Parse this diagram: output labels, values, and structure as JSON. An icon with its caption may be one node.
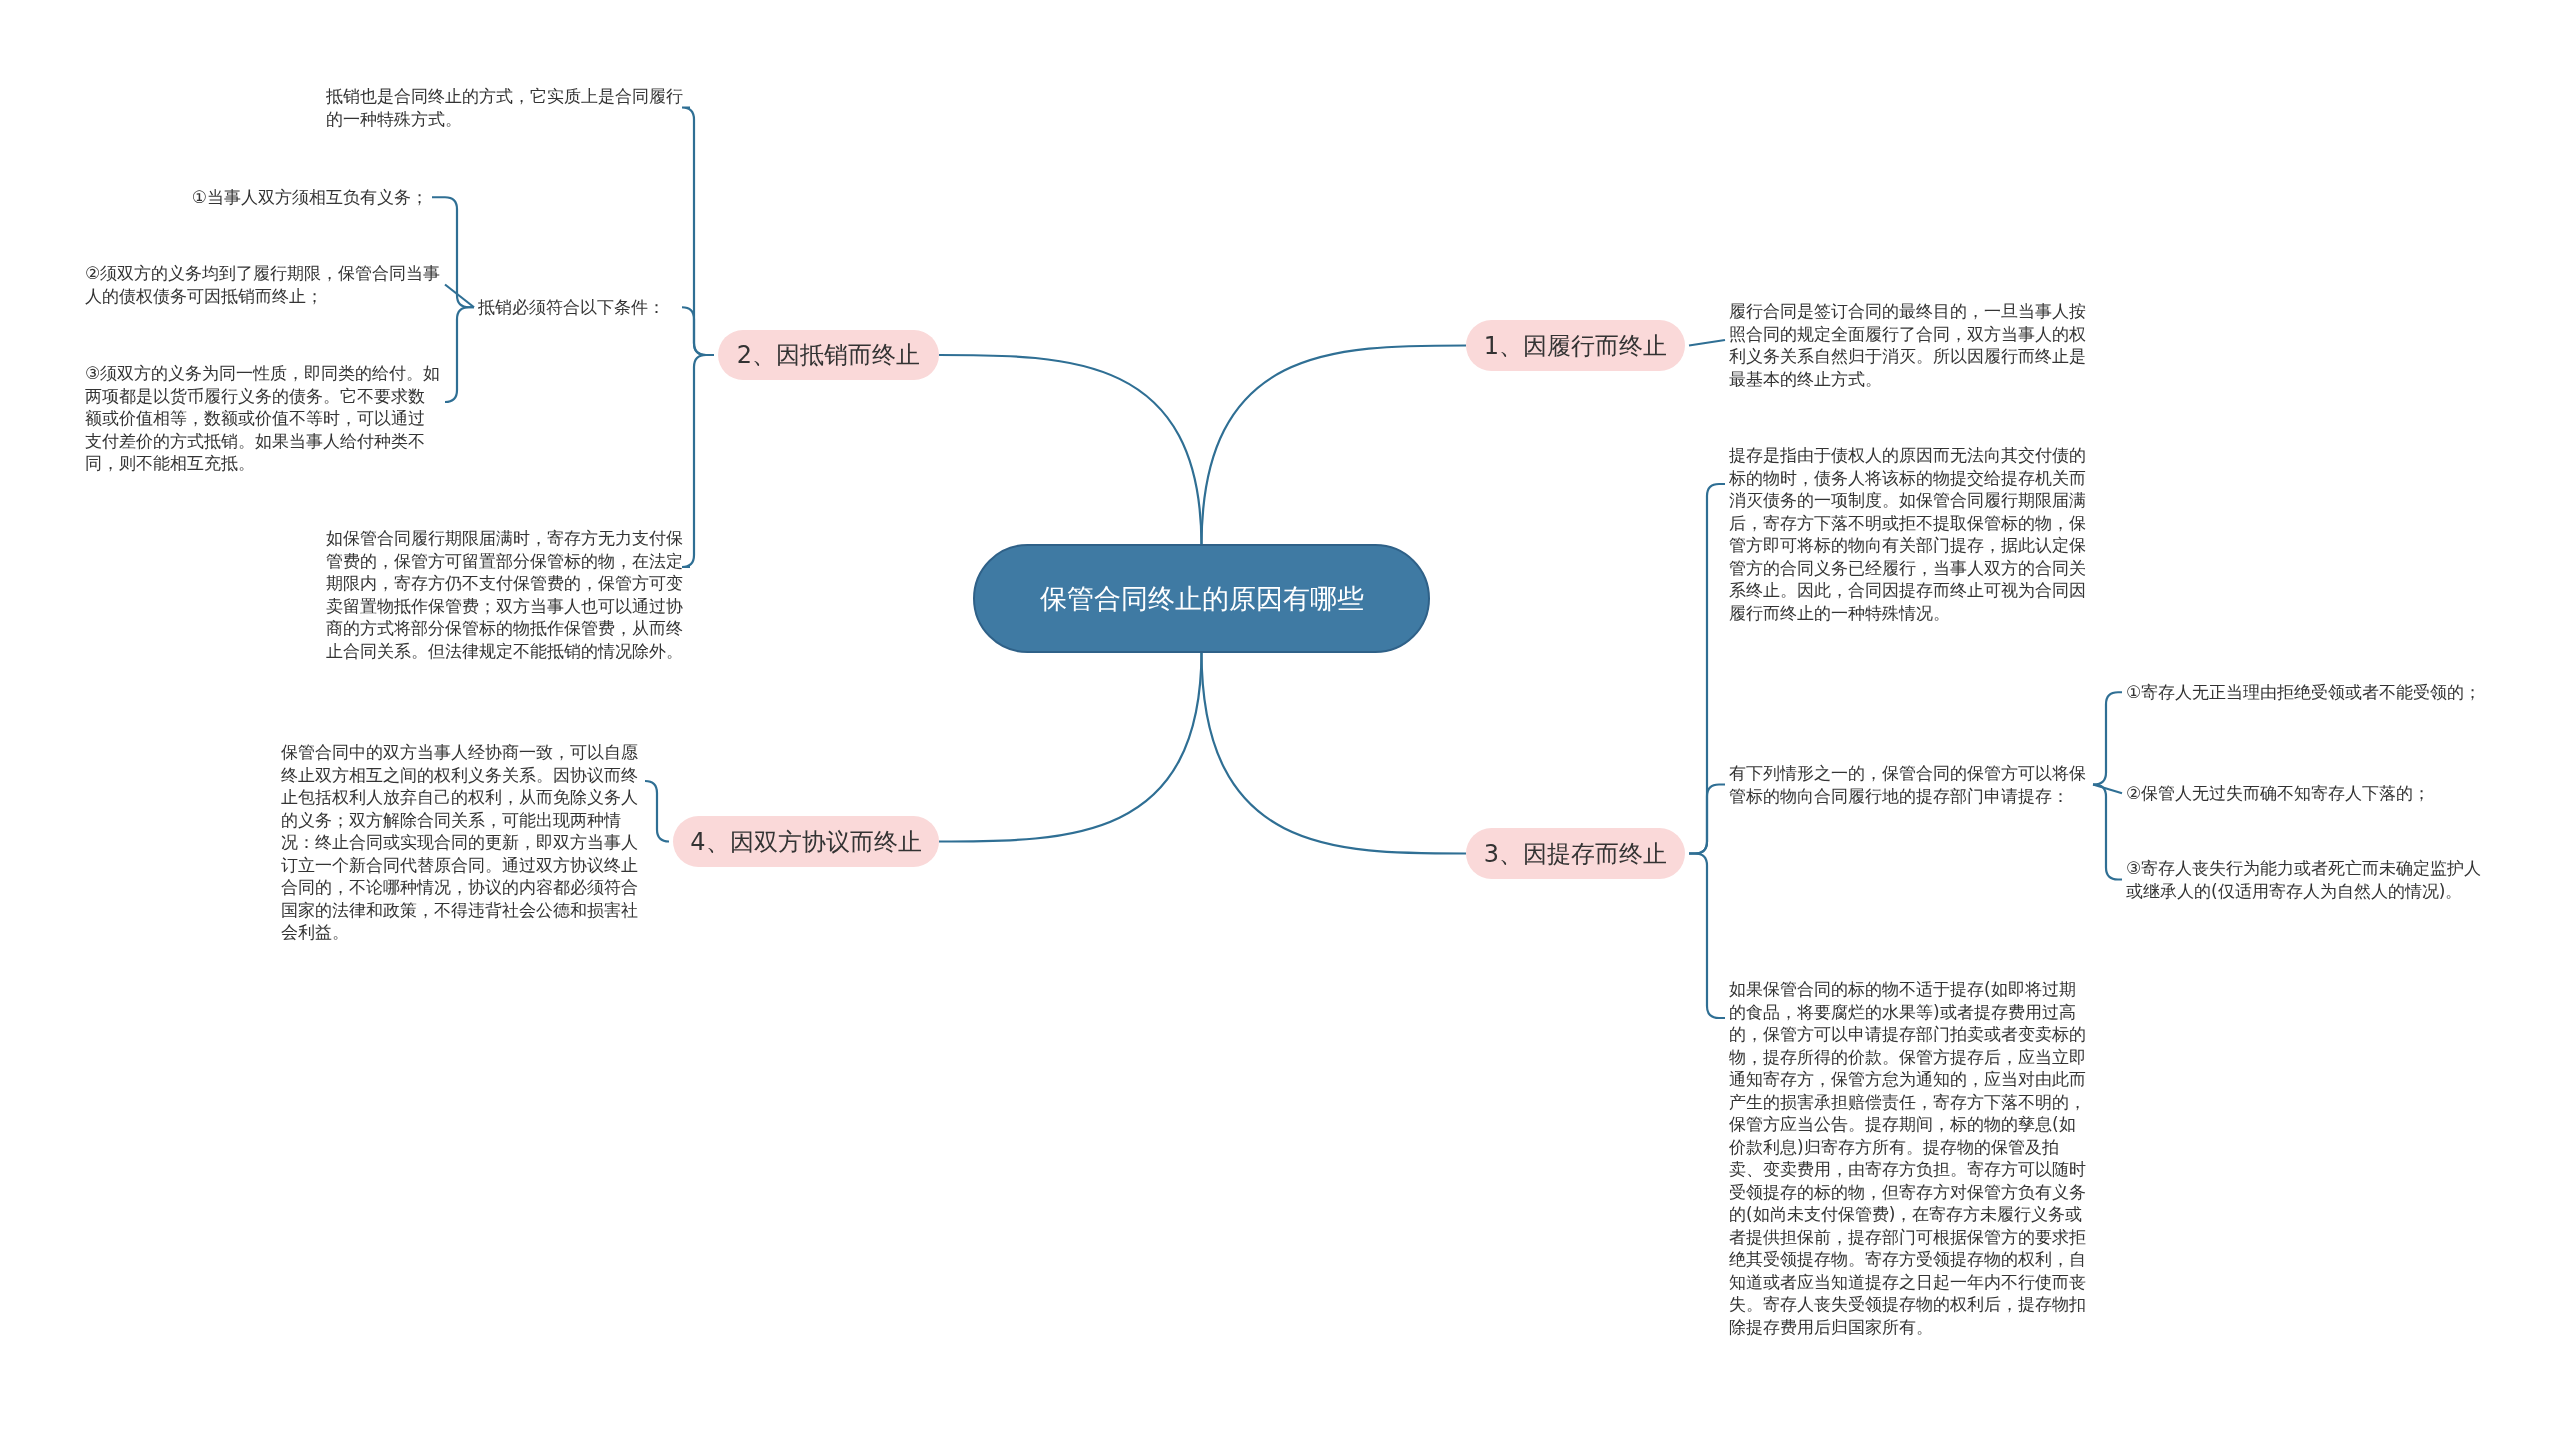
{
  "diagram": {
    "nodes": [
      {
        "text": [
          "保管合同终止的原因有哪些"
        ]
      },
      {
        "text": [
          "1、因履行而终止"
        ]
      },
      {
        "text": [
          "履行合同是签订合同的最终目的，一旦当事人按照合同的规定全面履行了合同，双方当事人的权利义务关系自然归于消灭。所以因履行而终止是最基本的终止方式。"
        ]
      },
      {
        "text": [
          "2、因抵销而终止"
        ]
      },
      {
        "text": [
          "抵销也是合同终止的方式，它实质上是合同履行的一种特殊方式。"
        ]
      },
      {
        "text": [
          "抵销必须符合以下条件："
        ]
      },
      {
        "text": [
          "①当事人双方须相互负有义务；"
        ]
      },
      {
        "text": [
          "②须双方的义务均到了履行期限，保管合同当事人的债权债务可因抵销而终止；"
        ]
      },
      {
        "text": [
          "③须双方的义务为同一性质，即同类的给付。如两项都是以货币履行义务的债务。它不要求数额或价值相等，数额或价值不等时，可以通过支付差价的方式抵销。如果当事人给付种类不同，则不能相互充抵。"
        ]
      },
      {
        "text": [
          "如保管合同履行期限届满时，寄存方无力支付保管费的，保管方可留置部分保管标的物，在法定期限内，寄存方仍不支付保管费的，保管方可变卖留置物抵作保管费；双方当事人也可以通过协商的方式将部分保管标的物抵作保管费，从而终止合同关系。但法律规定不能抵销的情况除外。"
        ]
      },
      {
        "text": [
          "3、因提存而终止"
        ]
      },
      {
        "text": [
          "提存是指由于债权人的原因而无法向其交付债的标的物时，债务人将该标的物提交给提存机关而消灭债务的一项制度。如保管合同履行期限届满后，寄存方下落不明或拒不提取保管标的物，保管方即可将标的物向有关部门提存，据此认定保管方的合同义务已经履行，当事人双方的合同关系终止。因此，合同因提存而终止可视为合同因履行而终止的一种特殊情况。"
        ]
      },
      {
        "text": [
          "有下列情形之一的，保管合同的保管方可以将保管标的物向合同履行地的提存部门申请提存："
        ]
      },
      {
        "text": [
          "①寄存人无正当理由拒绝受领或者不能受领的；"
        ]
      },
      {
        "text": [
          "②保管人无过失而确不知寄存人下落的；"
        ]
      },
      {
        "text": [
          "③寄存人丧失行为能力或者死亡而未确定监护人或继承人的(仅适用寄存人为自然人的情况)。"
        ]
      },
      {
        "text": [
          "如果保管合同的标的物不适于提存(如即将过期的食品，将要腐烂的水果等)或者提存费用过高的，保管方可以申请提存部门拍卖或者变卖标的物，提存所得的价款。保管方提存后，应当立即通知寄存方，保管方怠为通知的，应当对由此而产生的损害承担赔偿责任，寄存方下落不明的，保管方应当公告。提存期间，标的物的孳息(如价款利息)归寄存方所有。提存物的保管及拍卖、变卖费用，由寄存方负担。寄存方可以随时受领提存的标的物，但寄存方对保管方负有义务的(如尚未支付保管费)，在寄存方未履行义务或者提供担保前，提存部门可根据保管方的要求拒绝其受领提存物。寄存方受领提存物的权利，自知道或者应当知道提存之日起一年内不行使而丧失。寄存人丧失受领提存物的权利后，提存物扣除提存费用后归国家所有。"
        ]
      },
      {
        "text": [
          "4、因双方协议而终止"
        ]
      },
      {
        "text": [
          "保管合同中的双方当事人经协商一致，可以自愿终止双方相互之间的权利义务关系。因协议而终止包括权利人放弃自己的权利，从而免除义务人的义务；双方解除合同关系，可能出现两种情况：终止合同或实现合同的更新，即双方当事人订立一个新合同代替原合同。通过双方协议终止合同的，不论哪种情况，协议的内容都必须符合国家的法律和政策，不得违背社会公德和损害社会利益。"
        ]
      }
    ],
    "edges": [
      {
        "from": 0,
        "to": 1,
        "arrow": "none"
      },
      {
        "from": 1,
        "to": 2,
        "arrow": "none"
      },
      {
        "from": 0,
        "to": 3,
        "arrow": "none"
      },
      {
        "from": 3,
        "to": 4,
        "arrow": "none"
      },
      {
        "from": 3,
        "to": 5,
        "arrow": "none"
      },
      {
        "from": 5,
        "to": 6,
        "arrow": "none"
      },
      {
        "from": 5,
        "to": 7,
        "arrow": "none"
      },
      {
        "from": 5,
        "to": 8,
        "arrow": "none"
      },
      {
        "from": 3,
        "to": 9,
        "arrow": "none"
      },
      {
        "from": 0,
        "to": 10,
        "arrow": "none"
      },
      {
        "from": 10,
        "to": 11,
        "arrow": "none"
      },
      {
        "from": 10,
        "to": 12,
        "arrow": "none"
      },
      {
        "from": 12,
        "to": 13,
        "arrow": "none"
      },
      {
        "from": 12,
        "to": 14,
        "arrow": "none"
      },
      {
        "from": 12,
        "to": 15,
        "arrow": "none"
      },
      {
        "from": 10,
        "to": 16,
        "arrow": "none"
      },
      {
        "from": 0,
        "to": 17,
        "arrow": "none"
      },
      {
        "from": 17,
        "to": 18,
        "arrow": "none"
      }
    ]
  }
}
